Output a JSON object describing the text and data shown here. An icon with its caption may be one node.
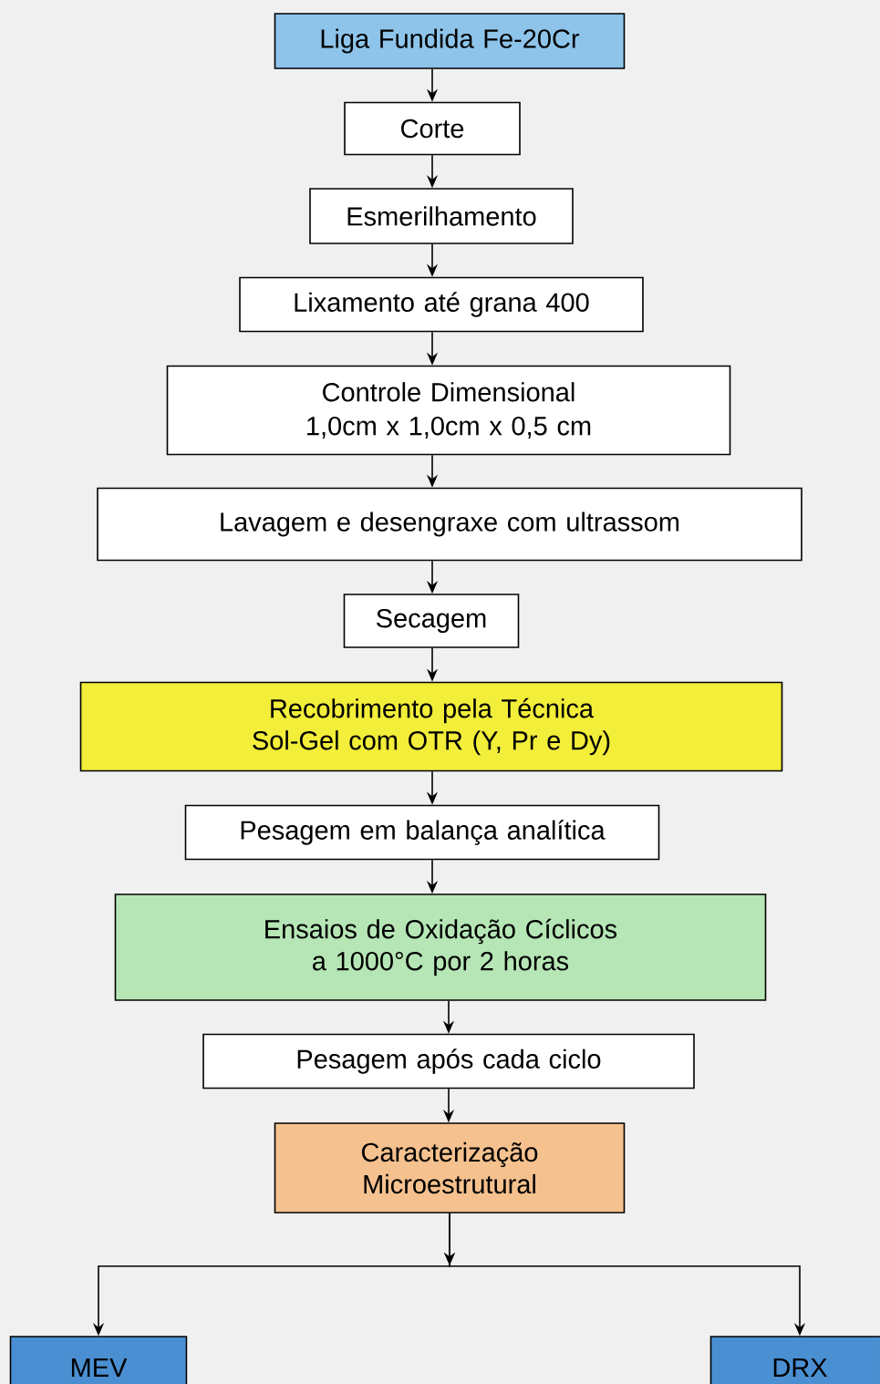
{
  "diagram": {
    "nodes": [
      {
        "text": [
          "Liga Fundida Fe-20Cr"
        ]
      },
      {
        "text": [
          "Corte"
        ]
      },
      {
        "text": [
          "Esmerilhamento"
        ]
      },
      {
        "text": [
          "Lixamento até grana 400"
        ]
      },
      {
        "text": [
          "Controle Dimensional",
          "1,0cm x 1,0cm x 0,5 cm"
        ]
      },
      {
        "text": [
          "Lavagem e desengraxe com ultrassom"
        ]
      },
      {
        "text": [
          "Secagem"
        ]
      },
      {
        "text": [
          "Recobrimento pela Técnica Sol-Gel com OTR (Y, Pr e Dy)"
        ]
      },
      {
        "text": [
          "Pesagem em balança analítica"
        ]
      },
      {
        "text": [
          "Ensaios de Oxidação Cíclicos a 1000°C por 2 horas"
        ]
      },
      {
        "text": [
          "Pesagem após cada ciclo"
        ]
      },
      {
        "text": [
          "Caracterização Microestrutural"
        ]
      },
      {
        "text": [
          "MEV"
        ]
      },
      {
        "text": [
          "DRX"
        ]
      }
    ],
    "edges": [
      {
        "from": 0,
        "to": 1,
        "arrow": "to"
      },
      {
        "from": 1,
        "to": 2,
        "arrow": "to"
      },
      {
        "from": 2,
        "to": 3,
        "arrow": "to"
      },
      {
        "from": 3,
        "to": 4,
        "arrow": "to"
      },
      {
        "from": 4,
        "to": 5,
        "arrow": "to"
      },
      {
        "from": 5,
        "to": 6,
        "arrow": "to"
      },
      {
        "from": 6,
        "to": 7,
        "arrow": "to"
      },
      {
        "from": 7,
        "to": 8,
        "arrow": "to"
      },
      {
        "from": 8,
        "to": 9,
        "arrow": "to"
      },
      {
        "from": 9,
        "to": 10,
        "arrow": "to"
      },
      {
        "from": 10,
        "to": 11,
        "arrow": "to"
      },
      {
        "from": 11,
        "to": 12,
        "arrow": "to"
      },
      {
        "from": 11,
        "to": 13,
        "arrow": "to"
      }
    ]
  }
}
